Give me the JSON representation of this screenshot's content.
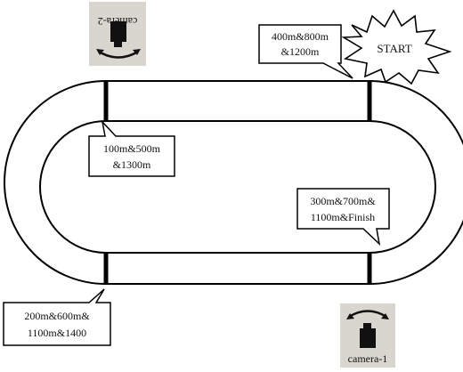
{
  "labels": {
    "start": "START",
    "checkpoint_top_right": [
      "400m&800m",
      "&1200m"
    ],
    "checkpoint_top_left": [
      "100m&500m",
      "&1300m"
    ],
    "checkpoint_bottom_right": [
      "300m&700m&",
      "1100m&Finish"
    ],
    "checkpoint_bottom_left": [
      "200m&600m&",
      "1100m&1400"
    ]
  },
  "cameras": {
    "camera_2": "camera-2",
    "camera_1": "camera-1"
  },
  "colors": {
    "track_line": "#000000",
    "camera_bg": "#d9d6d0",
    "camera_body": "#111111"
  }
}
